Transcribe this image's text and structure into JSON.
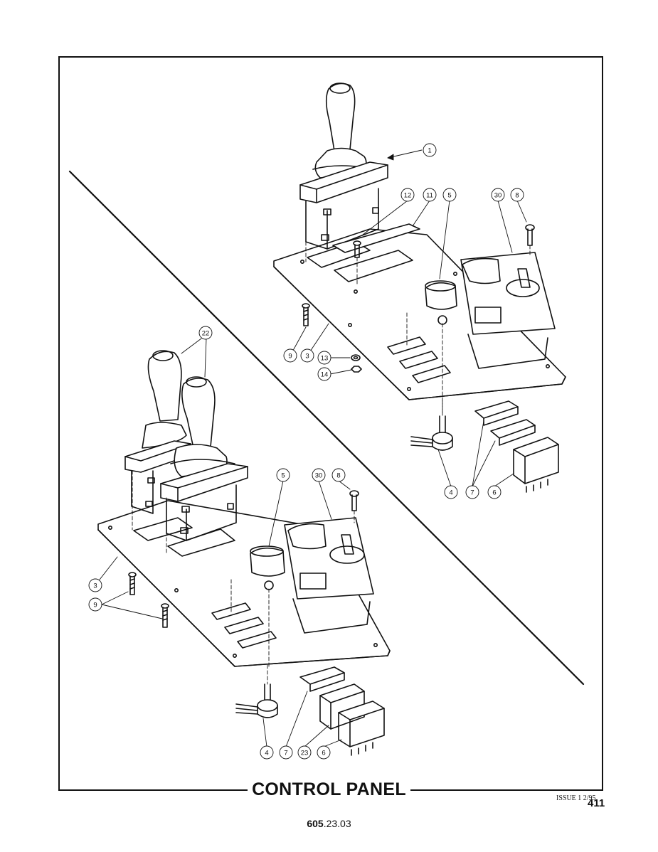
{
  "drawing": {
    "title": "CONTROL PANEL",
    "issue": "ISSUE 1 2/95",
    "page_number": "411",
    "doc_number_bold": "605",
    "doc_number_rest": ".23.03"
  },
  "callouts_upper": [
    "1",
    "12",
    "11",
    "5",
    "30",
    "8",
    "9",
    "3",
    "13",
    "14",
    "4",
    "7",
    "6"
  ],
  "callouts_lower": [
    "22",
    "5",
    "30",
    "8",
    "3",
    "9",
    "4",
    "7",
    "23",
    "6"
  ]
}
